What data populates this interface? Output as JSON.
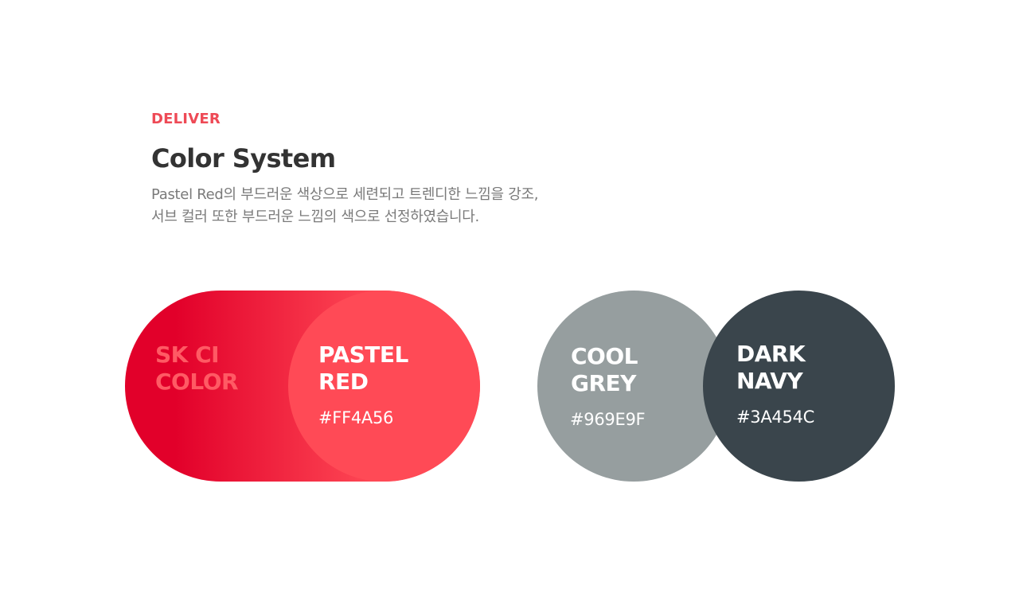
{
  "header": {
    "eyebrow": "DELIVER",
    "title": "Color System",
    "description_lines": [
      "Pastel Red의 부드러운 색상으로 세련되고 트렌디한 느낌을 강조,",
      "서브 컬러 또한 부드러운 느낌의 색으로 선정하였습니다."
    ]
  },
  "swatches": {
    "sk_ci": {
      "name_lines": [
        "SK CI",
        "COLOR"
      ],
      "color": "#E2002A"
    },
    "pastel_red": {
      "name_lines": [
        "PASTEL",
        "RED"
      ],
      "hex": "#FF4A56",
      "color": "#FF4A56"
    },
    "cool_grey": {
      "name_lines": [
        "COOL",
        "GREY"
      ],
      "hex": "#969E9F",
      "color": "#969E9F"
    },
    "dark_navy": {
      "name_lines": [
        "DARK",
        "NAVY"
      ],
      "hex": "#3A454C",
      "color": "#3A454C"
    }
  },
  "colors": {
    "accent": "#EE4A56",
    "title": "#333333",
    "body_text": "#7A7A7A"
  }
}
